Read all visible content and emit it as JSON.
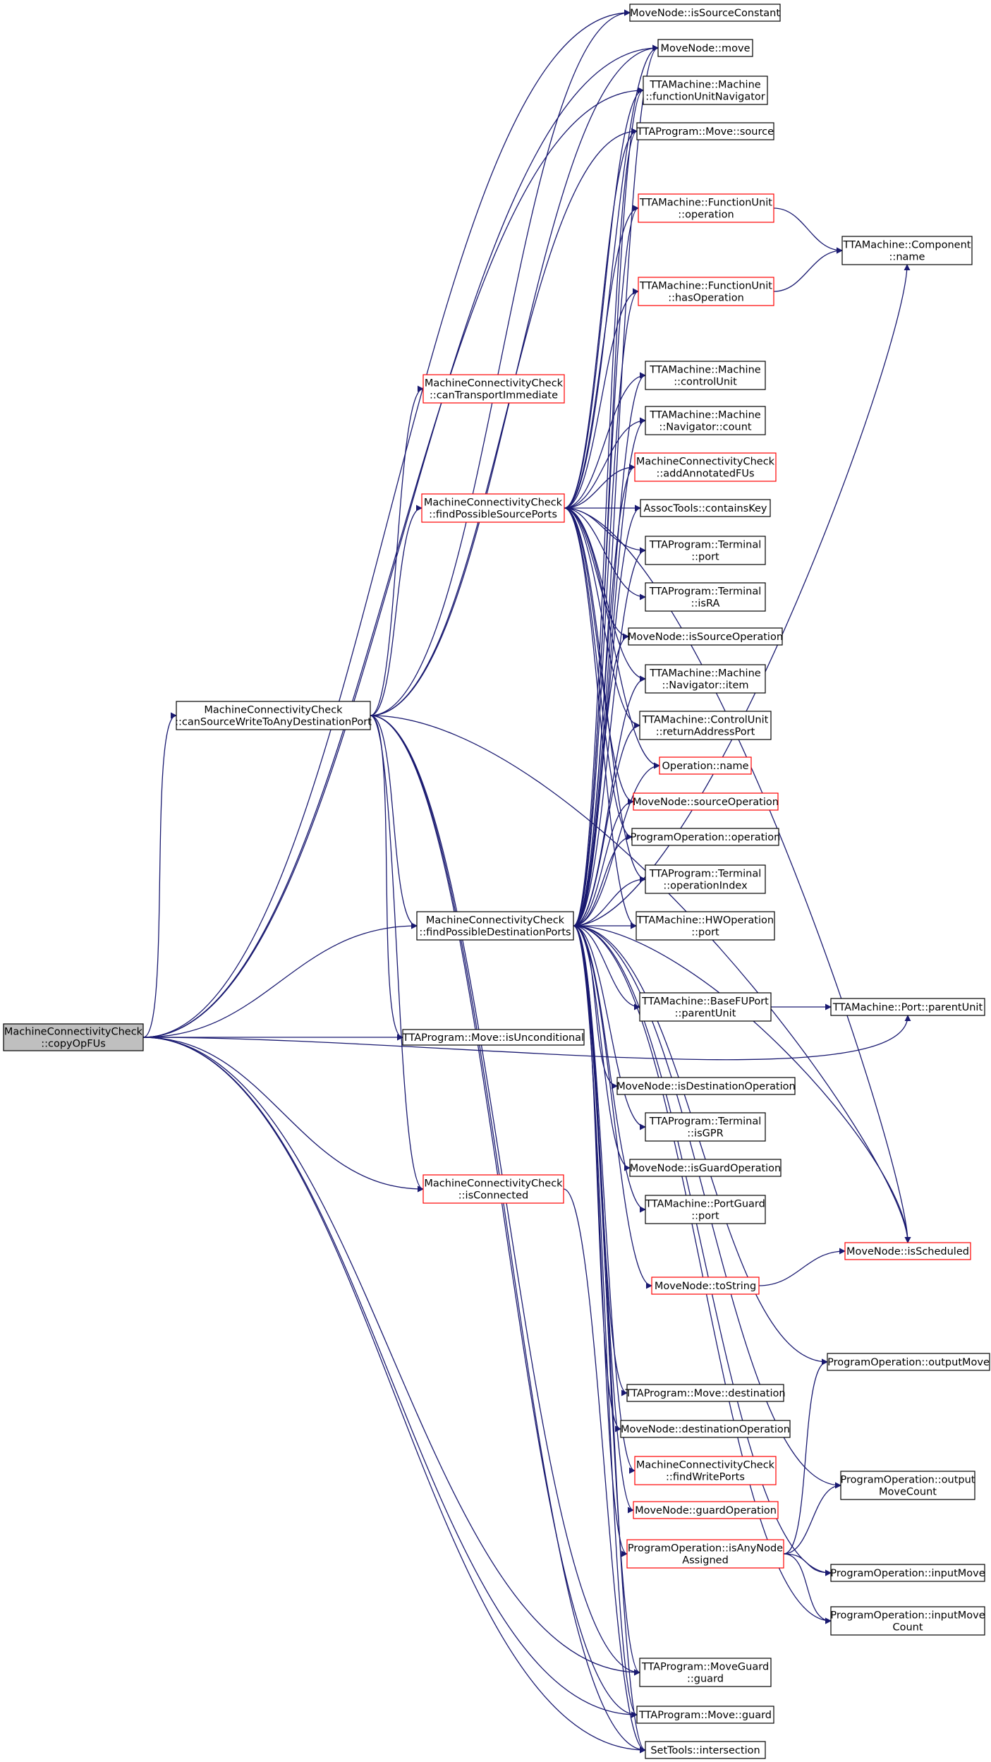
{
  "colors": {
    "edge": "#191970",
    "box_border_black": "#000000",
    "box_border_red": "#ff0000",
    "root_fill": "#bfbfbf",
    "node_fill": "#ffffff",
    "text": "#000000"
  },
  "nodes": [
    {
      "id": "root",
      "lines": [
        "MachineConnectivityCheck",
        "::copyOpFUs"
      ],
      "border": "black",
      "fill": "gray"
    },
    {
      "id": "canSourceWrite",
      "lines": [
        "MachineConnectivityCheck",
        "::canSourceWriteToAnyDestinationPort"
      ],
      "border": "black"
    },
    {
      "id": "canTransport",
      "lines": [
        "MachineConnectivityCheck",
        "::canTransportImmediate"
      ],
      "border": "red"
    },
    {
      "id": "findSrc",
      "lines": [
        "MachineConnectivityCheck",
        "::findPossibleSourcePorts"
      ],
      "border": "red"
    },
    {
      "id": "findDst",
      "lines": [
        "MachineConnectivityCheck",
        "::findPossibleDestinationPorts"
      ],
      "border": "black"
    },
    {
      "id": "isUncond",
      "lines": [
        "TTAProgram::Move::isUnconditional"
      ],
      "border": "black"
    },
    {
      "id": "isConnected",
      "lines": [
        "MachineConnectivityCheck",
        "::isConnected"
      ],
      "border": "red"
    },
    {
      "id": "isSourceConstant",
      "lines": [
        "MoveNode::isSourceConstant"
      ],
      "border": "black"
    },
    {
      "id": "mnMove",
      "lines": [
        "MoveNode::move"
      ],
      "border": "black"
    },
    {
      "id": "fuNav",
      "lines": [
        "TTAMachine::Machine",
        "::functionUnitNavigator"
      ],
      "border": "black"
    },
    {
      "id": "moveSource",
      "lines": [
        "TTAProgram::Move::source"
      ],
      "border": "black"
    },
    {
      "id": "fuOperation",
      "lines": [
        "TTAMachine::FunctionUnit",
        "::operation"
      ],
      "border": "red"
    },
    {
      "id": "fuHasOp",
      "lines": [
        "TTAMachine::FunctionUnit",
        "::hasOperation"
      ],
      "border": "red"
    },
    {
      "id": "controlUnit",
      "lines": [
        "TTAMachine::Machine",
        "::controlUnit"
      ],
      "border": "black"
    },
    {
      "id": "navCount",
      "lines": [
        "TTAMachine::Machine",
        "::Navigator::count"
      ],
      "border": "black"
    },
    {
      "id": "addAnnotated",
      "lines": [
        "MachineConnectivityCheck",
        "::addAnnotatedFUs"
      ],
      "border": "red"
    },
    {
      "id": "containsKey",
      "lines": [
        "AssocTools::containsKey"
      ],
      "border": "black"
    },
    {
      "id": "termPort",
      "lines": [
        "TTAProgram::Terminal",
        "::port"
      ],
      "border": "black"
    },
    {
      "id": "termIsRA",
      "lines": [
        "TTAProgram::Terminal",
        "::isRA"
      ],
      "border": "black"
    },
    {
      "id": "isSourceOp",
      "lines": [
        "MoveNode::isSourceOperation"
      ],
      "border": "black"
    },
    {
      "id": "navItem",
      "lines": [
        "TTAMachine::Machine",
        "::Navigator::item"
      ],
      "border": "black"
    },
    {
      "id": "retAddrPort",
      "lines": [
        "TTAMachine::ControlUnit",
        "::returnAddressPort"
      ],
      "border": "black"
    },
    {
      "id": "opName",
      "lines": [
        "Operation::name"
      ],
      "border": "red"
    },
    {
      "id": "srcOp",
      "lines": [
        "MoveNode::sourceOperation"
      ],
      "border": "red"
    },
    {
      "id": "progOpOp",
      "lines": [
        "ProgramOperation::operation"
      ],
      "border": "black"
    },
    {
      "id": "termOpIndex",
      "lines": [
        "TTAProgram::Terminal",
        "::operationIndex"
      ],
      "border": "black"
    },
    {
      "id": "hwOpPort",
      "lines": [
        "TTAMachine::HWOperation",
        "::port"
      ],
      "border": "black"
    },
    {
      "id": "baseFUParent",
      "lines": [
        "TTAMachine::BaseFUPort",
        "::parentUnit"
      ],
      "border": "black"
    },
    {
      "id": "isDestOp",
      "lines": [
        "MoveNode::isDestinationOperation"
      ],
      "border": "black"
    },
    {
      "id": "termIsGPR",
      "lines": [
        "TTAProgram::Terminal",
        "::isGPR"
      ],
      "border": "black"
    },
    {
      "id": "isGuardOp",
      "lines": [
        "MoveNode::isGuardOperation"
      ],
      "border": "black"
    },
    {
      "id": "portGuardPort",
      "lines": [
        "TTAMachine::PortGuard",
        "::port"
      ],
      "border": "black"
    },
    {
      "id": "toString",
      "lines": [
        "MoveNode::toString"
      ],
      "border": "red"
    },
    {
      "id": "moveDest",
      "lines": [
        "TTAProgram::Move::destination"
      ],
      "border": "black"
    },
    {
      "id": "destOp",
      "lines": [
        "MoveNode::destinationOperation"
      ],
      "border": "black"
    },
    {
      "id": "findWritePorts",
      "lines": [
        "MachineConnectivityCheck",
        "::findWritePorts"
      ],
      "border": "red"
    },
    {
      "id": "guardOp",
      "lines": [
        "MoveNode::guardOperation"
      ],
      "border": "red"
    },
    {
      "id": "isAnyNode",
      "lines": [
        "ProgramOperation::isAnyNode",
        "Assigned"
      ],
      "border": "red"
    },
    {
      "id": "moveGuardGuard",
      "lines": [
        "TTAProgram::MoveGuard",
        "::guard"
      ],
      "border": "black"
    },
    {
      "id": "moveGuard",
      "lines": [
        "TTAProgram::Move::guard"
      ],
      "border": "black"
    },
    {
      "id": "intersection",
      "lines": [
        "SetTools::intersection"
      ],
      "border": "black"
    },
    {
      "id": "compName",
      "lines": [
        "TTAMachine::Component",
        "::name"
      ],
      "border": "black"
    },
    {
      "id": "portParent",
      "lines": [
        "TTAMachine::Port::parentUnit"
      ],
      "border": "black"
    },
    {
      "id": "isScheduled",
      "lines": [
        "MoveNode::isScheduled"
      ],
      "border": "red"
    },
    {
      "id": "outputMove",
      "lines": [
        "ProgramOperation::outputMove"
      ],
      "border": "black"
    },
    {
      "id": "outputMoveCount",
      "lines": [
        "ProgramOperation::output",
        "MoveCount"
      ],
      "border": "black"
    },
    {
      "id": "inputMove",
      "lines": [
        "ProgramOperation::inputMove"
      ],
      "border": "black"
    },
    {
      "id": "inputMoveCount",
      "lines": [
        "ProgramOperation::inputMove",
        "Count"
      ],
      "border": "black"
    }
  ],
  "edges": [
    [
      "root",
      "isSourceConstant"
    ],
    [
      "root",
      "mnMove"
    ],
    [
      "root",
      "fuNav"
    ],
    [
      "root",
      "canSourceWrite"
    ],
    [
      "root",
      "findDst"
    ],
    [
      "root",
      "isUncond"
    ],
    [
      "root",
      "isConnected"
    ],
    [
      "root",
      "portParent"
    ],
    [
      "root",
      "moveGuardGuard"
    ],
    [
      "root",
      "moveGuard"
    ],
    [
      "root",
      "intersection"
    ],
    [
      "canSourceWrite",
      "canTransport"
    ],
    [
      "canSourceWrite",
      "findSrc"
    ],
    [
      "canSourceWrite",
      "isSourceConstant"
    ],
    [
      "canSourceWrite",
      "mnMove"
    ],
    [
      "canSourceWrite",
      "moveSource"
    ],
    [
      "canSourceWrite",
      "findDst"
    ],
    [
      "canSourceWrite",
      "isUncond"
    ],
    [
      "canSourceWrite",
      "isConnected"
    ],
    [
      "canSourceWrite",
      "moveGuardGuard"
    ],
    [
      "canSourceWrite",
      "moveGuard"
    ],
    [
      "canSourceWrite",
      "intersection"
    ],
    [
      "canSourceWrite",
      "isScheduled"
    ],
    [
      "findSrc",
      "mnMove"
    ],
    [
      "findSrc",
      "fuNav"
    ],
    [
      "findSrc",
      "moveSource"
    ],
    [
      "findSrc",
      "fuOperation"
    ],
    [
      "findSrc",
      "fuHasOp"
    ],
    [
      "findSrc",
      "controlUnit"
    ],
    [
      "findSrc",
      "navCount"
    ],
    [
      "findSrc",
      "addAnnotated"
    ],
    [
      "findSrc",
      "containsKey"
    ],
    [
      "findSrc",
      "termPort"
    ],
    [
      "findSrc",
      "termIsRA"
    ],
    [
      "findSrc",
      "isSourceOp"
    ],
    [
      "findSrc",
      "navItem"
    ],
    [
      "findSrc",
      "retAddrPort"
    ],
    [
      "findSrc",
      "opName"
    ],
    [
      "findSrc",
      "srcOp"
    ],
    [
      "findSrc",
      "progOpOp"
    ],
    [
      "findSrc",
      "termOpIndex"
    ],
    [
      "findSrc",
      "hwOpPort"
    ],
    [
      "findSrc",
      "isScheduled"
    ],
    [
      "findDst",
      "mnMove"
    ],
    [
      "findDst",
      "fuNav"
    ],
    [
      "findDst",
      "moveSource"
    ],
    [
      "findDst",
      "fuOperation"
    ],
    [
      "findDst",
      "fuHasOp"
    ],
    [
      "findDst",
      "controlUnit"
    ],
    [
      "findDst",
      "navCount"
    ],
    [
      "findDst",
      "addAnnotated"
    ],
    [
      "findDst",
      "containsKey"
    ],
    [
      "findDst",
      "termPort"
    ],
    [
      "findDst",
      "isSourceOp"
    ],
    [
      "findDst",
      "navItem"
    ],
    [
      "findDst",
      "retAddrPort"
    ],
    [
      "findDst",
      "opName"
    ],
    [
      "findDst",
      "srcOp"
    ],
    [
      "findDst",
      "progOpOp"
    ],
    [
      "findDst",
      "termOpIndex"
    ],
    [
      "findDst",
      "hwOpPort"
    ],
    [
      "findDst",
      "baseFUParent"
    ],
    [
      "findDst",
      "compName"
    ],
    [
      "findDst",
      "isDestOp"
    ],
    [
      "findDst",
      "termIsGPR"
    ],
    [
      "findDst",
      "isGuardOp"
    ],
    [
      "findDst",
      "portGuardPort"
    ],
    [
      "findDst",
      "isScheduled"
    ],
    [
      "findDst",
      "toString"
    ],
    [
      "findDst",
      "outputMove"
    ],
    [
      "findDst",
      "outputMoveCount"
    ],
    [
      "findDst",
      "moveDest"
    ],
    [
      "findDst",
      "destOp"
    ],
    [
      "findDst",
      "findWritePorts"
    ],
    [
      "findDst",
      "guardOp"
    ],
    [
      "findDst",
      "isAnyNode"
    ],
    [
      "findDst",
      "inputMove"
    ],
    [
      "findDst",
      "inputMoveCount"
    ],
    [
      "findDst",
      "moveGuardGuard"
    ],
    [
      "findDst",
      "moveGuard"
    ],
    [
      "findDst",
      "intersection"
    ],
    [
      "fuOperation",
      "compName"
    ],
    [
      "fuHasOp",
      "compName"
    ],
    [
      "baseFUParent",
      "portParent"
    ],
    [
      "toString",
      "isScheduled"
    ],
    [
      "isAnyNode",
      "outputMove"
    ],
    [
      "isAnyNode",
      "outputMoveCount"
    ],
    [
      "isAnyNode",
      "inputMove"
    ],
    [
      "isAnyNode",
      "inputMoveCount"
    ],
    [
      "isConnected",
      "intersection"
    ]
  ]
}
